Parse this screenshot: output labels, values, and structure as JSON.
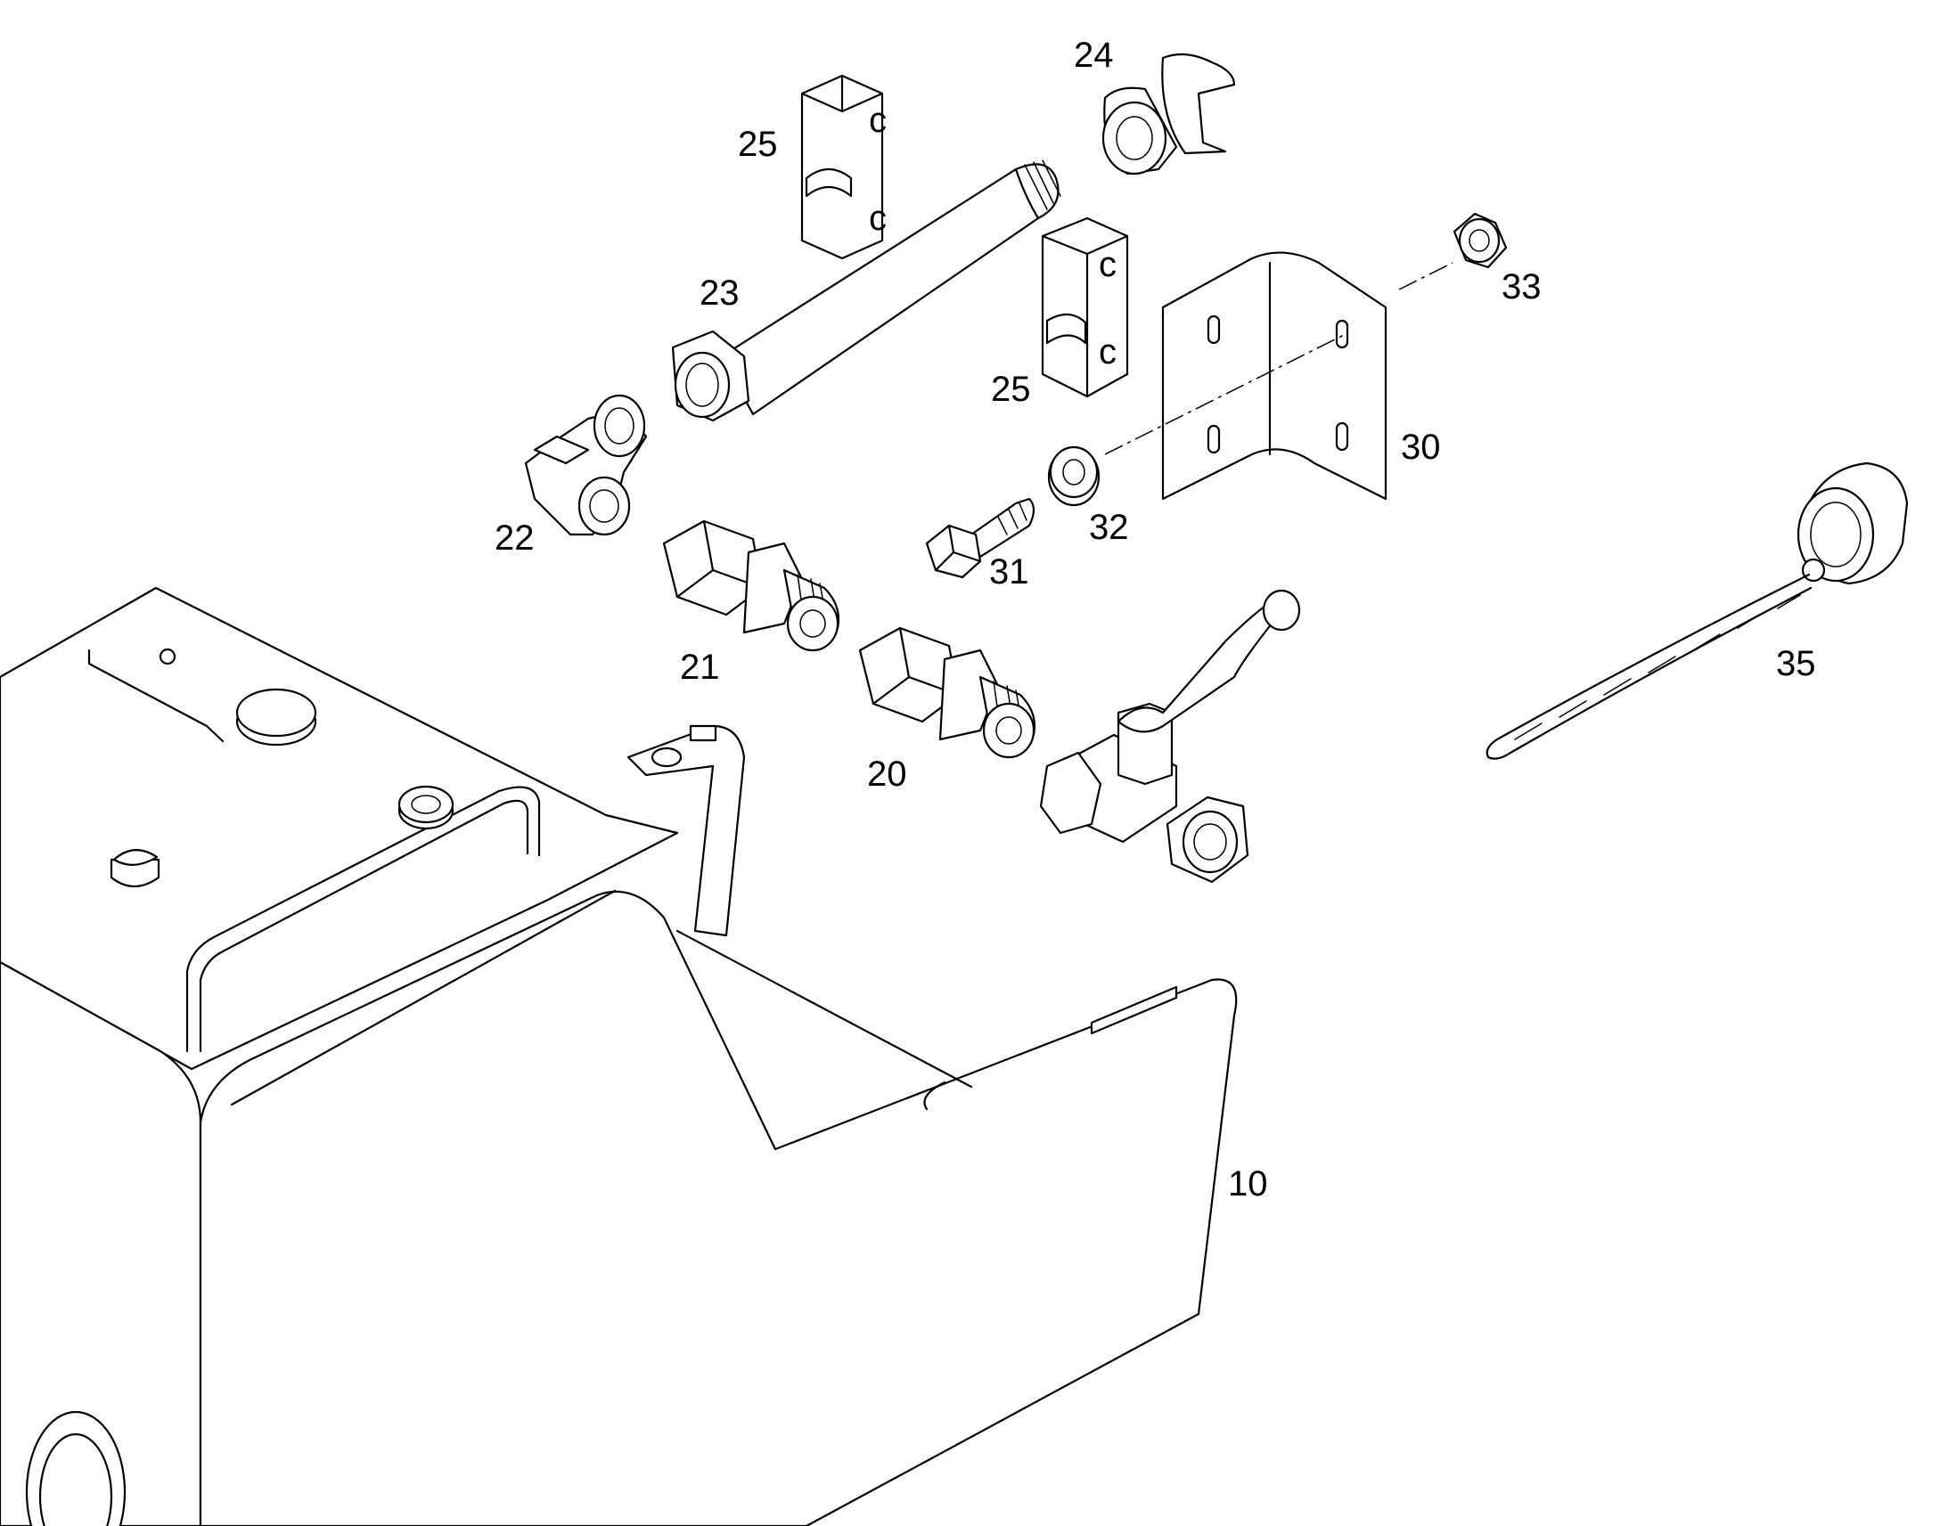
{
  "diagram": {
    "callouts": [
      "24",
      "25",
      "23",
      "33",
      "25",
      "30",
      "22",
      "32",
      "31",
      "21",
      "35",
      "20",
      "10"
    ],
    "colors": {
      "stroke": "#000000",
      "fill": "#ffffff"
    }
  }
}
